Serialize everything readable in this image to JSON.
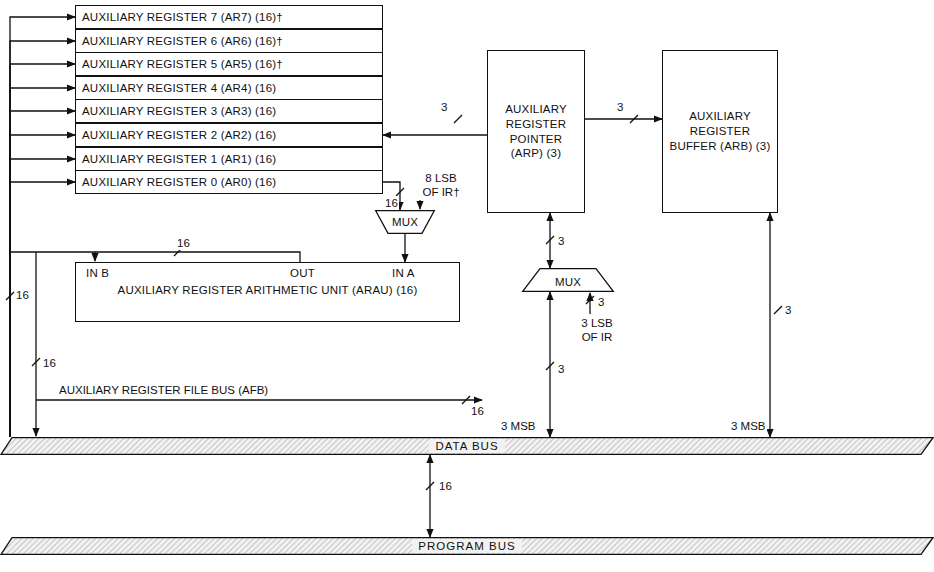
{
  "diagram": {
    "nodes": [
      {
        "text": [
          "AUXILIARY REGISTER 7 (AR7) (16)†"
        ]
      },
      {
        "text": [
          "AUXILIARY REGISTER 6 (AR6) (16)†"
        ]
      },
      {
        "text": [
          "AUXILIARY REGISTER 5 (AR5) (16)†"
        ]
      },
      {
        "text": [
          "AUXILIARY REGISTER 4 (AR4) (16)"
        ]
      },
      {
        "text": [
          "AUXILIARY REGISTER 3 (AR3) (16)"
        ]
      },
      {
        "text": [
          "AUXILIARY REGISTER 2 (AR2) (16)"
        ]
      },
      {
        "text": [
          "AUXILIARY REGISTER 1 (AR1) (16)"
        ]
      },
      {
        "text": [
          "AUXILIARY REGISTER 0 (AR0) (16)"
        ]
      },
      {
        "text": [
          "MUX"
        ]
      },
      {
        "text": [
          "IN B",
          "OUT",
          "IN A",
          "AUXILIARY REGISTER ARITHMETIC UNIT (ARAU) (16)"
        ]
      },
      {
        "text": [
          "AUXILIARY REGISTER POINTER (ARP) (3)"
        ]
      },
      {
        "text": [
          "AUXILIARY REGISTER BUFFER (ARB) (3)"
        ]
      },
      {
        "text": [
          "MUX"
        ]
      },
      {
        "text": [
          "DATA BUS"
        ]
      },
      {
        "text": [
          "PROGRAM BUS"
        ]
      }
    ],
    "edges": [
      {
        "from": 13,
        "to": 0,
        "arrow": "to"
      },
      {
        "from": 13,
        "to": 1,
        "arrow": "to"
      },
      {
        "from": 13,
        "to": 2,
        "arrow": "to"
      },
      {
        "from": 13,
        "to": 3,
        "arrow": "to"
      },
      {
        "from": 13,
        "to": 4,
        "arrow": "to"
      },
      {
        "from": 13,
        "to": 5,
        "arrow": "to"
      },
      {
        "from": 13,
        "to": 6,
        "arrow": "to"
      },
      {
        "from": 13,
        "to": 7,
        "arrow": "to"
      },
      {
        "from": 7,
        "to": 8,
        "arrow": "to"
      },
      {
        "from": 8,
        "to": 9,
        "arrow": "to"
      },
      {
        "from": 10,
        "to": 5,
        "arrow": "to"
      },
      {
        "from": 10,
        "to": 11,
        "arrow": "to"
      },
      {
        "from": 12,
        "to": 10,
        "arrow": "both"
      },
      {
        "from": 13,
        "to": 12,
        "arrow": "both"
      },
      {
        "from": 13,
        "to": 11,
        "arrow": "both"
      },
      {
        "from": 13,
        "to": 14,
        "arrow": "both"
      }
    ],
    "labels": [
      "8 LSB OF IR†",
      "3 LSB OF IR",
      "AUXILIARY REGISTER FILE BUS (AFB)",
      "3 MSB",
      "3 MSB",
      "3",
      "3",
      "16",
      "16",
      "16",
      "16",
      "16",
      "3",
      "3",
      "3",
      "3",
      "16"
    ]
  }
}
